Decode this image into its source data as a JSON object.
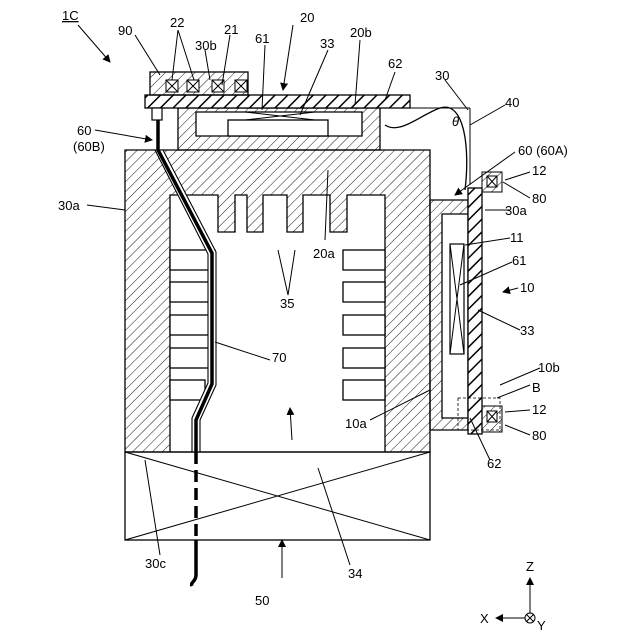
{
  "figure": {
    "ref_1c": "1C",
    "labels": {
      "l90": "90",
      "l22": "22",
      "l30b": "30b",
      "l21": "21",
      "l20": "20",
      "l61_top": "61",
      "l33_top": "33",
      "l20b": "20b",
      "l62_top": "62",
      "l30_top": "30",
      "l40": "40",
      "theta": "θ",
      "l60": "60",
      "l60b": "(60B)",
      "l60a": "60 (60A)",
      "l12_top": "12",
      "l80_top": "80",
      "l30a_left": "30a",
      "l30a_right": "30a",
      "l20a": "20a",
      "l11": "11",
      "l61_right": "61",
      "l10": "10",
      "l35": "35",
      "l33_right": "33",
      "l70": "70",
      "l10b": "10b",
      "lB": "B",
      "l12_bot": "12",
      "l10a": "10a",
      "l80_bot": "80",
      "l62_bot": "62",
      "l30c": "30c",
      "l34": "34",
      "l50": "50"
    },
    "axes": {
      "z": "Z",
      "x": "X",
      "y": "Y"
    }
  }
}
